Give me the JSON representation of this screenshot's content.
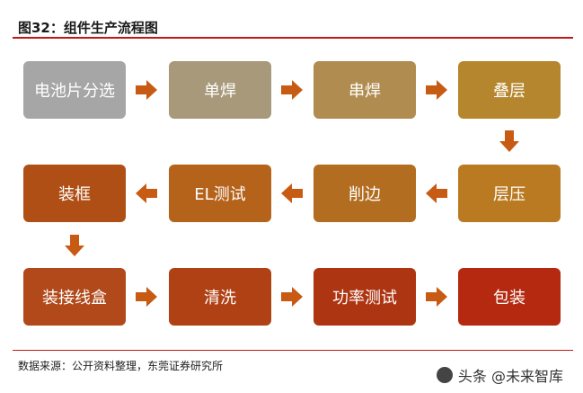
{
  "title": "图32：组件生产流程图",
  "steps": [
    {
      "label": "电池片分选",
      "color": "#a6a6a6"
    },
    {
      "label": "单焊",
      "color": "#a7997a"
    },
    {
      "label": "串焊",
      "color": "#b18c50"
    },
    {
      "label": "叠层",
      "color": "#b5862d"
    },
    {
      "label": "层压",
      "color": "#ba7a22"
    },
    {
      "label": "削边",
      "color": "#b26d20"
    },
    {
      "label": "EL测试",
      "color": "#b5621a"
    },
    {
      "label": "装框",
      "color": "#b04f15"
    },
    {
      "label": "装接线盒",
      "color": "#b1491a"
    },
    {
      "label": "清洗",
      "color": "#b04114"
    },
    {
      "label": "功率测试",
      "color": "#ae3512"
    },
    {
      "label": "包装",
      "color": "#b4290f"
    }
  ],
  "arrow_color": "#c85b14",
  "source": "数据来源：公开资料整理，东莞证券研究所",
  "watermark": "头条 @未来智库"
}
